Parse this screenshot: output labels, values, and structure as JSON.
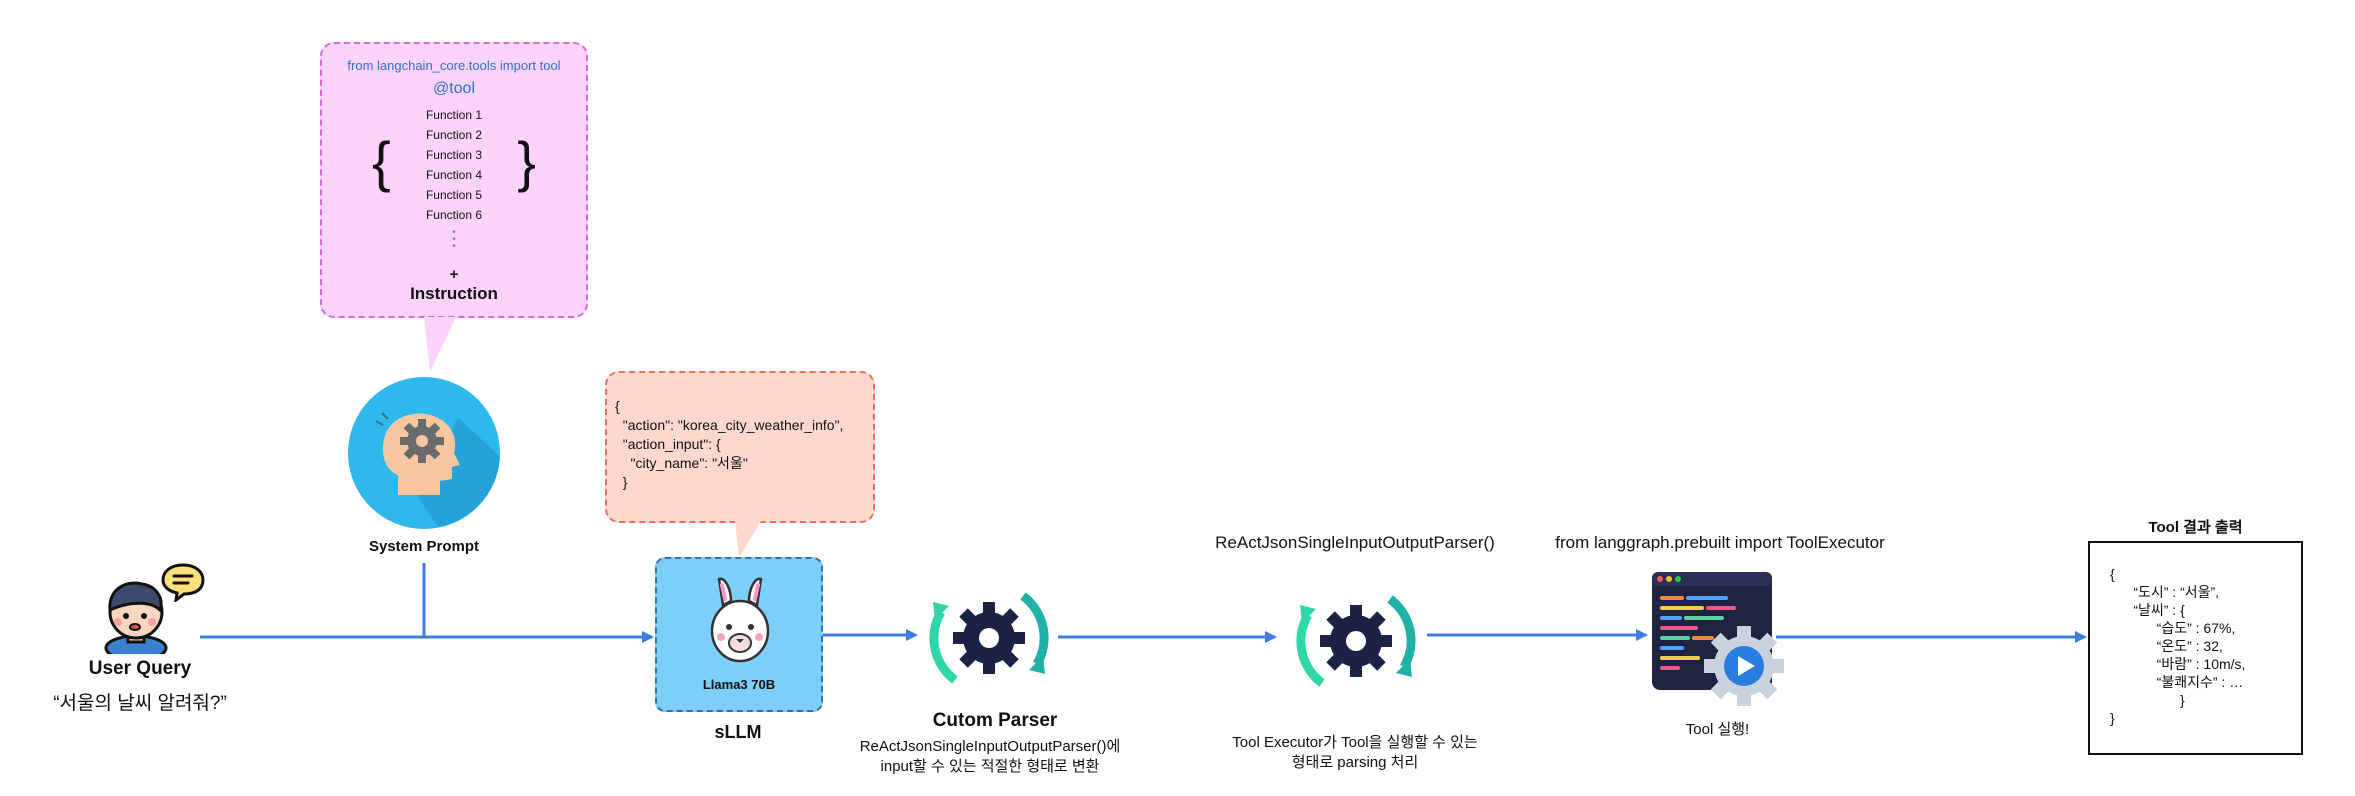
{
  "tool_box": {
    "import_line": "from langchain_core.tools import tool",
    "decorator": "@tool",
    "functions": [
      "Function 1",
      "Function 2",
      "Function 3",
      "Function 4",
      "Function 5",
      "Function 6"
    ],
    "plus": "+",
    "instruction": "Instruction"
  },
  "system_prompt": {
    "label": "System Prompt"
  },
  "user_query": {
    "title": "User Query",
    "text": "“서울의 날씨 알려줘?”"
  },
  "llm_output_json": {
    "lines": [
      "{",
      "  \"action\": \"korea_city_weather_info\",",
      "  \"action_input\": {",
      "    \"city_name\": \"서울\"",
      "  }"
    ]
  },
  "sllm": {
    "model_label": "Llama3 70B",
    "label": "sLLM"
  },
  "custom_parser": {
    "title": "Cutom Parser",
    "desc_line1": "ReActJsonSingleInputOutputParser()에",
    "desc_line2": "input할 수 있는 적절한 형태로 변환"
  },
  "executor_parser": {
    "header": "ReActJsonSingleInputOutputParser()",
    "desc_line1": "Tool Executor가 Tool을 실행할 수 있는",
    "desc_line2": "형태로 parsing 처리"
  },
  "tool_executor": {
    "header": "from langgraph.prebuilt import ToolExecutor",
    "label": "Tool 실행!"
  },
  "tool_result": {
    "title": "Tool 결과 출력",
    "lines": [
      "{",
      "      “도시” : “서울”,",
      "      “날씨” : {",
      "            “습도” : 67%,",
      "            “온도” : 32,",
      "            “바람” : 10m/s,",
      "            “불쾌지수” : …",
      "                  }",
      "}"
    ]
  },
  "colors": {
    "arrow": "#3d7fe0",
    "tool_box_fill": "#fbd3fb",
    "json_box_fill": "#fdd9cd",
    "llm_box_fill": "#7ccefb",
    "gear_dark": "#1c2244",
    "gear_cycle_teal": "#2fd7a8"
  },
  "icons": [
    "user-avatar-icon",
    "speech-bubble-icon",
    "head-gear-icon",
    "llama-icon",
    "gear-cycle-icon",
    "code-window-icon",
    "play-gear-icon"
  ]
}
